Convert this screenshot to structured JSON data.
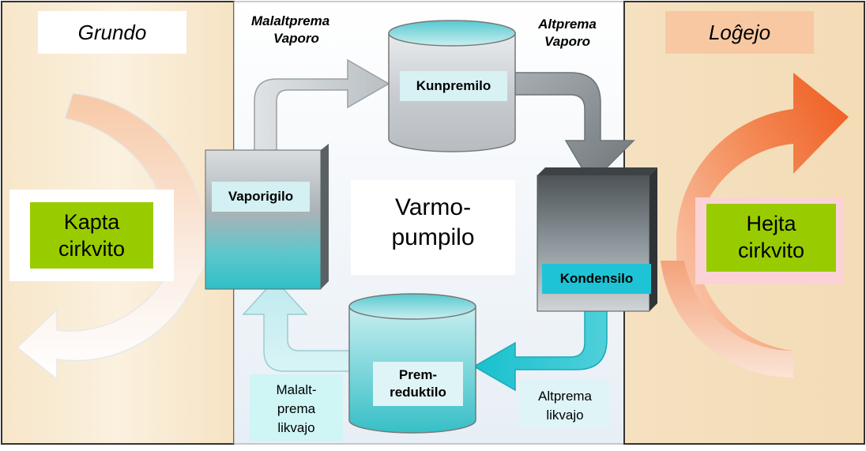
{
  "panels": {
    "left_title": "Grundo",
    "right_title": "Loĝejo"
  },
  "center": {
    "title_line1": "Varmo-",
    "title_line2": "pumpilo"
  },
  "components": {
    "compressor": "Kunpremilo",
    "evaporator": "Vaporigilo",
    "condenser": "Kondensilo",
    "expansion_line1": "Prem-",
    "expansion_line2": "reduktilo"
  },
  "flows": {
    "low_pressure_vapor_line1": "Malaltprema",
    "low_pressure_vapor_line2": "Vaporo",
    "high_pressure_vapor_line1": "Altprema",
    "high_pressure_vapor_line2": "Vaporo",
    "high_pressure_liquid_line1": "Altprema",
    "high_pressure_liquid_line2": "likvajo",
    "low_pressure_liquid_line1": "Malalt-",
    "low_pressure_liquid_line2": "prema",
    "low_pressure_liquid_line3": "likvajo"
  },
  "circuits": {
    "collect_line1": "Kapta",
    "collect_line2": "cirkvito",
    "heat_line1": "Hejta",
    "heat_line2": "cirkvito"
  },
  "colors": {
    "panel_beige": "#f6e3c4",
    "center_bg": "#eef3f7",
    "label_green": "#99cc00",
    "accent_teal": "#1ec4d6",
    "hot_arrow": "#f06a2e"
  }
}
